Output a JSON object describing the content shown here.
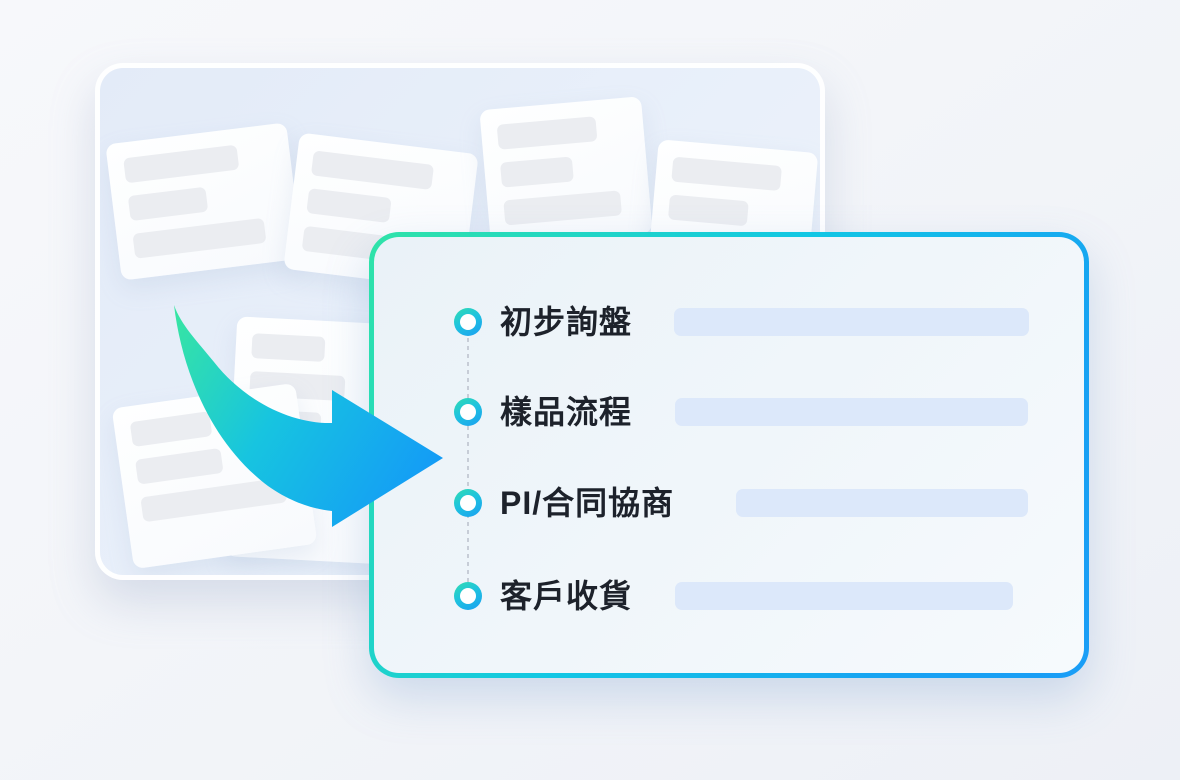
{
  "scene": {
    "kind": "process-flow-illustration"
  },
  "panel": {
    "steps": [
      {
        "label": "初步詢盤"
      },
      {
        "label": "樣品流程"
      },
      {
        "label": "PI/合同協商"
      },
      {
        "label": "客戶收貨"
      }
    ]
  },
  "icons": {
    "step_marker": "ring-circle-icon",
    "flow_arrow": "curved-right-arrow-icon"
  },
  "colors": {
    "accent_teal": "#2fe3a8",
    "accent_cyan": "#12c7e4",
    "accent_blue": "#1a9df6",
    "panel_bar_fill": "#dce8fa",
    "doc_bar_fill": "#ebedf1",
    "text": "#1d222b"
  }
}
